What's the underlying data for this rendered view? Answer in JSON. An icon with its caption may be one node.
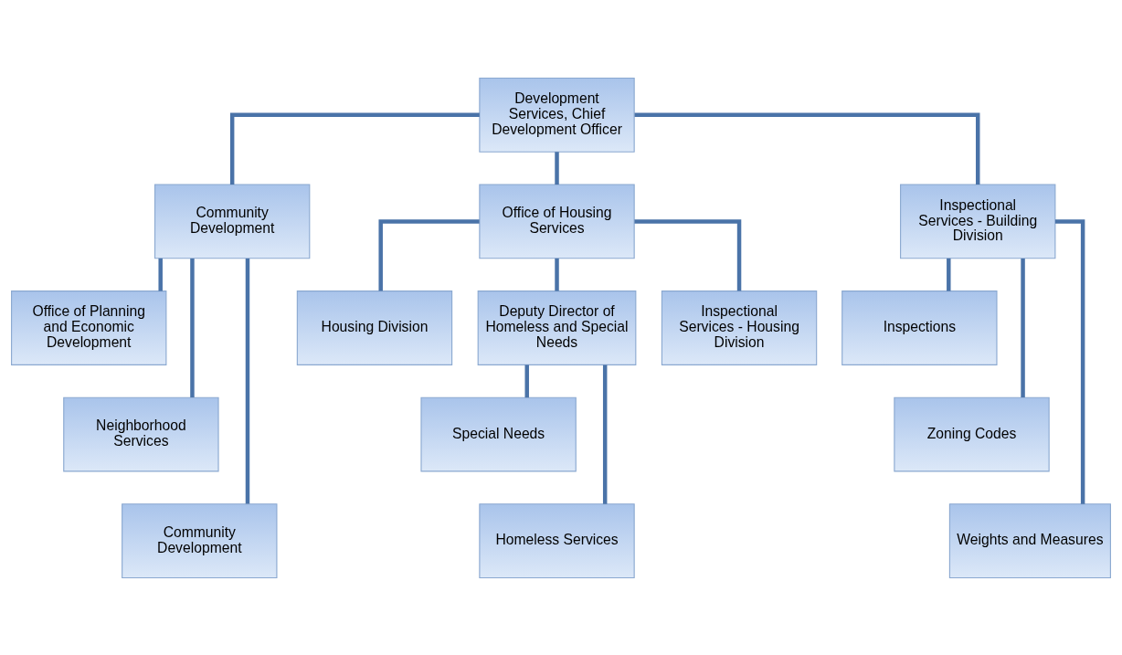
{
  "diagram": {
    "nodes": [
      {
        "text": [
          "Development Services, Chief Development Officer"
        ]
      },
      {
        "text": [
          "Community Development"
        ]
      },
      {
        "text": [
          "Office of Housing Services"
        ]
      },
      {
        "text": [
          "Inspectional Services - Building Division"
        ]
      },
      {
        "text": [
          "Office of Planning and Economic Development"
        ]
      },
      {
        "text": [
          "Neighborhood Services"
        ]
      },
      {
        "text": [
          "Community Development"
        ]
      },
      {
        "text": [
          "Housing Division"
        ]
      },
      {
        "text": [
          "Deputy Director of Homeless and Special Needs"
        ]
      },
      {
        "text": [
          "Inspectional Services - Housing Division"
        ]
      },
      {
        "text": [
          "Special Needs"
        ]
      },
      {
        "text": [
          "Homeless Services"
        ]
      },
      {
        "text": [
          "Inspections"
        ]
      },
      {
        "text": [
          "Zoning Codes"
        ]
      },
      {
        "text": [
          "Weights and Measures"
        ]
      }
    ],
    "edges": [
      {
        "from": 0,
        "to": 1,
        "arrow": "none"
      },
      {
        "from": 0,
        "to": 2,
        "arrow": "none"
      },
      {
        "from": 0,
        "to": 3,
        "arrow": "none"
      },
      {
        "from": 1,
        "to": 4,
        "arrow": "none"
      },
      {
        "from": 1,
        "to": 5,
        "arrow": "none"
      },
      {
        "from": 1,
        "to": 6,
        "arrow": "none"
      },
      {
        "from": 2,
        "to": 7,
        "arrow": "none"
      },
      {
        "from": 2,
        "to": 8,
        "arrow": "none"
      },
      {
        "from": 2,
        "to": 9,
        "arrow": "none"
      },
      {
        "from": 8,
        "to": 10,
        "arrow": "none"
      },
      {
        "from": 8,
        "to": 11,
        "arrow": "none"
      },
      {
        "from": 3,
        "to": 12,
        "arrow": "none"
      },
      {
        "from": 3,
        "to": 13,
        "arrow": "none"
      },
      {
        "from": 3,
        "to": 14,
        "arrow": "none"
      }
    ]
  }
}
